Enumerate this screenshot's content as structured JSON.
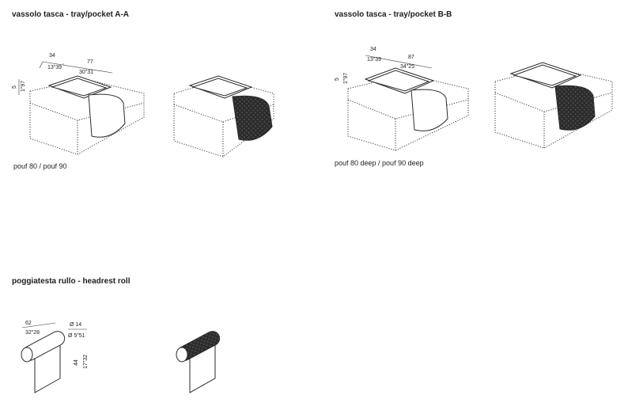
{
  "sections": {
    "tray_aa": {
      "title": "vassolo tasca - tray/pocket A-A",
      "caption": "pouf 80 / pouf 90",
      "dims": {
        "depth_cm": "34",
        "depth_in": "13\"39",
        "width_cm": "77",
        "width_in": "30\"31",
        "height_cm": "5",
        "height_in": "1\"97"
      }
    },
    "tray_bb": {
      "title": "vassolo tasca - tray/pocket B-B",
      "caption": "pouf 80 deep / pouf 90 deep",
      "dims": {
        "depth_cm": "34",
        "depth_in": "13\"39",
        "width_cm": "87",
        "width_in": "34\"25",
        "height_cm": "5",
        "height_in": "1\"97"
      }
    },
    "headrest": {
      "title": "poggiatesta rullo - headrest roll",
      "dims": {
        "length_cm": "62",
        "length_in": "32\"28",
        "diam_cm": "Ø 14",
        "diam_in": "Ø 5\"51",
        "height_cm": "44",
        "height_in": "17\"32"
      }
    }
  },
  "icons": [
    "pouf-with-tray-outline",
    "pouf-with-tray-textured",
    "headrest-roll-outline",
    "headrest-roll-textured"
  ],
  "colors": {
    "texture": "#2b2b2b",
    "line": "#3a3a3a",
    "background": "#ffffff"
  }
}
